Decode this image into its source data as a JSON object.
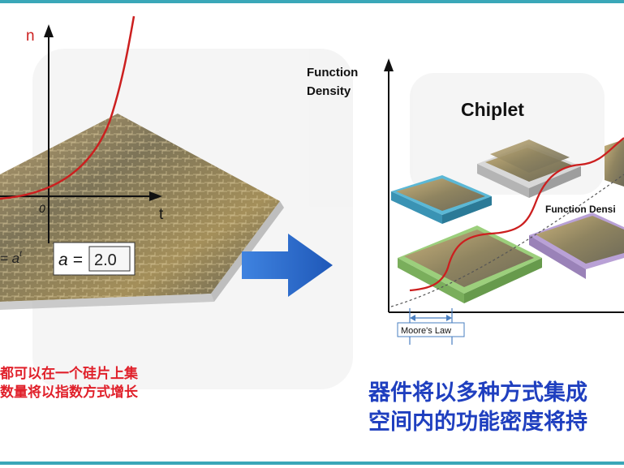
{
  "left_chart": {
    "y_axis_label": "n",
    "x_axis_label": "t",
    "origin_label": "0",
    "formula_partial": "= a",
    "formula_partial_sup": "t",
    "param_label": "a =",
    "param_value": "2.0"
  },
  "right_chart": {
    "y_axis_label_line1": "Function",
    "y_axis_label_line2": "Density",
    "title": "Chiplet",
    "curve_label": "Function Densi",
    "moores_law_label": "Moore's Law"
  },
  "captions": {
    "left_line1": "都可以在一个硅片上集",
    "left_line2": "数量将以指数方式增长",
    "right_line1": "器件将以多种方式集成",
    "right_line2": "空间内的功能密度将持"
  },
  "colors": {
    "frame": "#3aa7b8",
    "arrow": "#2e6fd1",
    "curve": "#cc1f1f",
    "caption_left": "#e0202a",
    "caption_right": "#1f3fbf"
  },
  "icons": {
    "arrow": "right-arrow-icon"
  }
}
